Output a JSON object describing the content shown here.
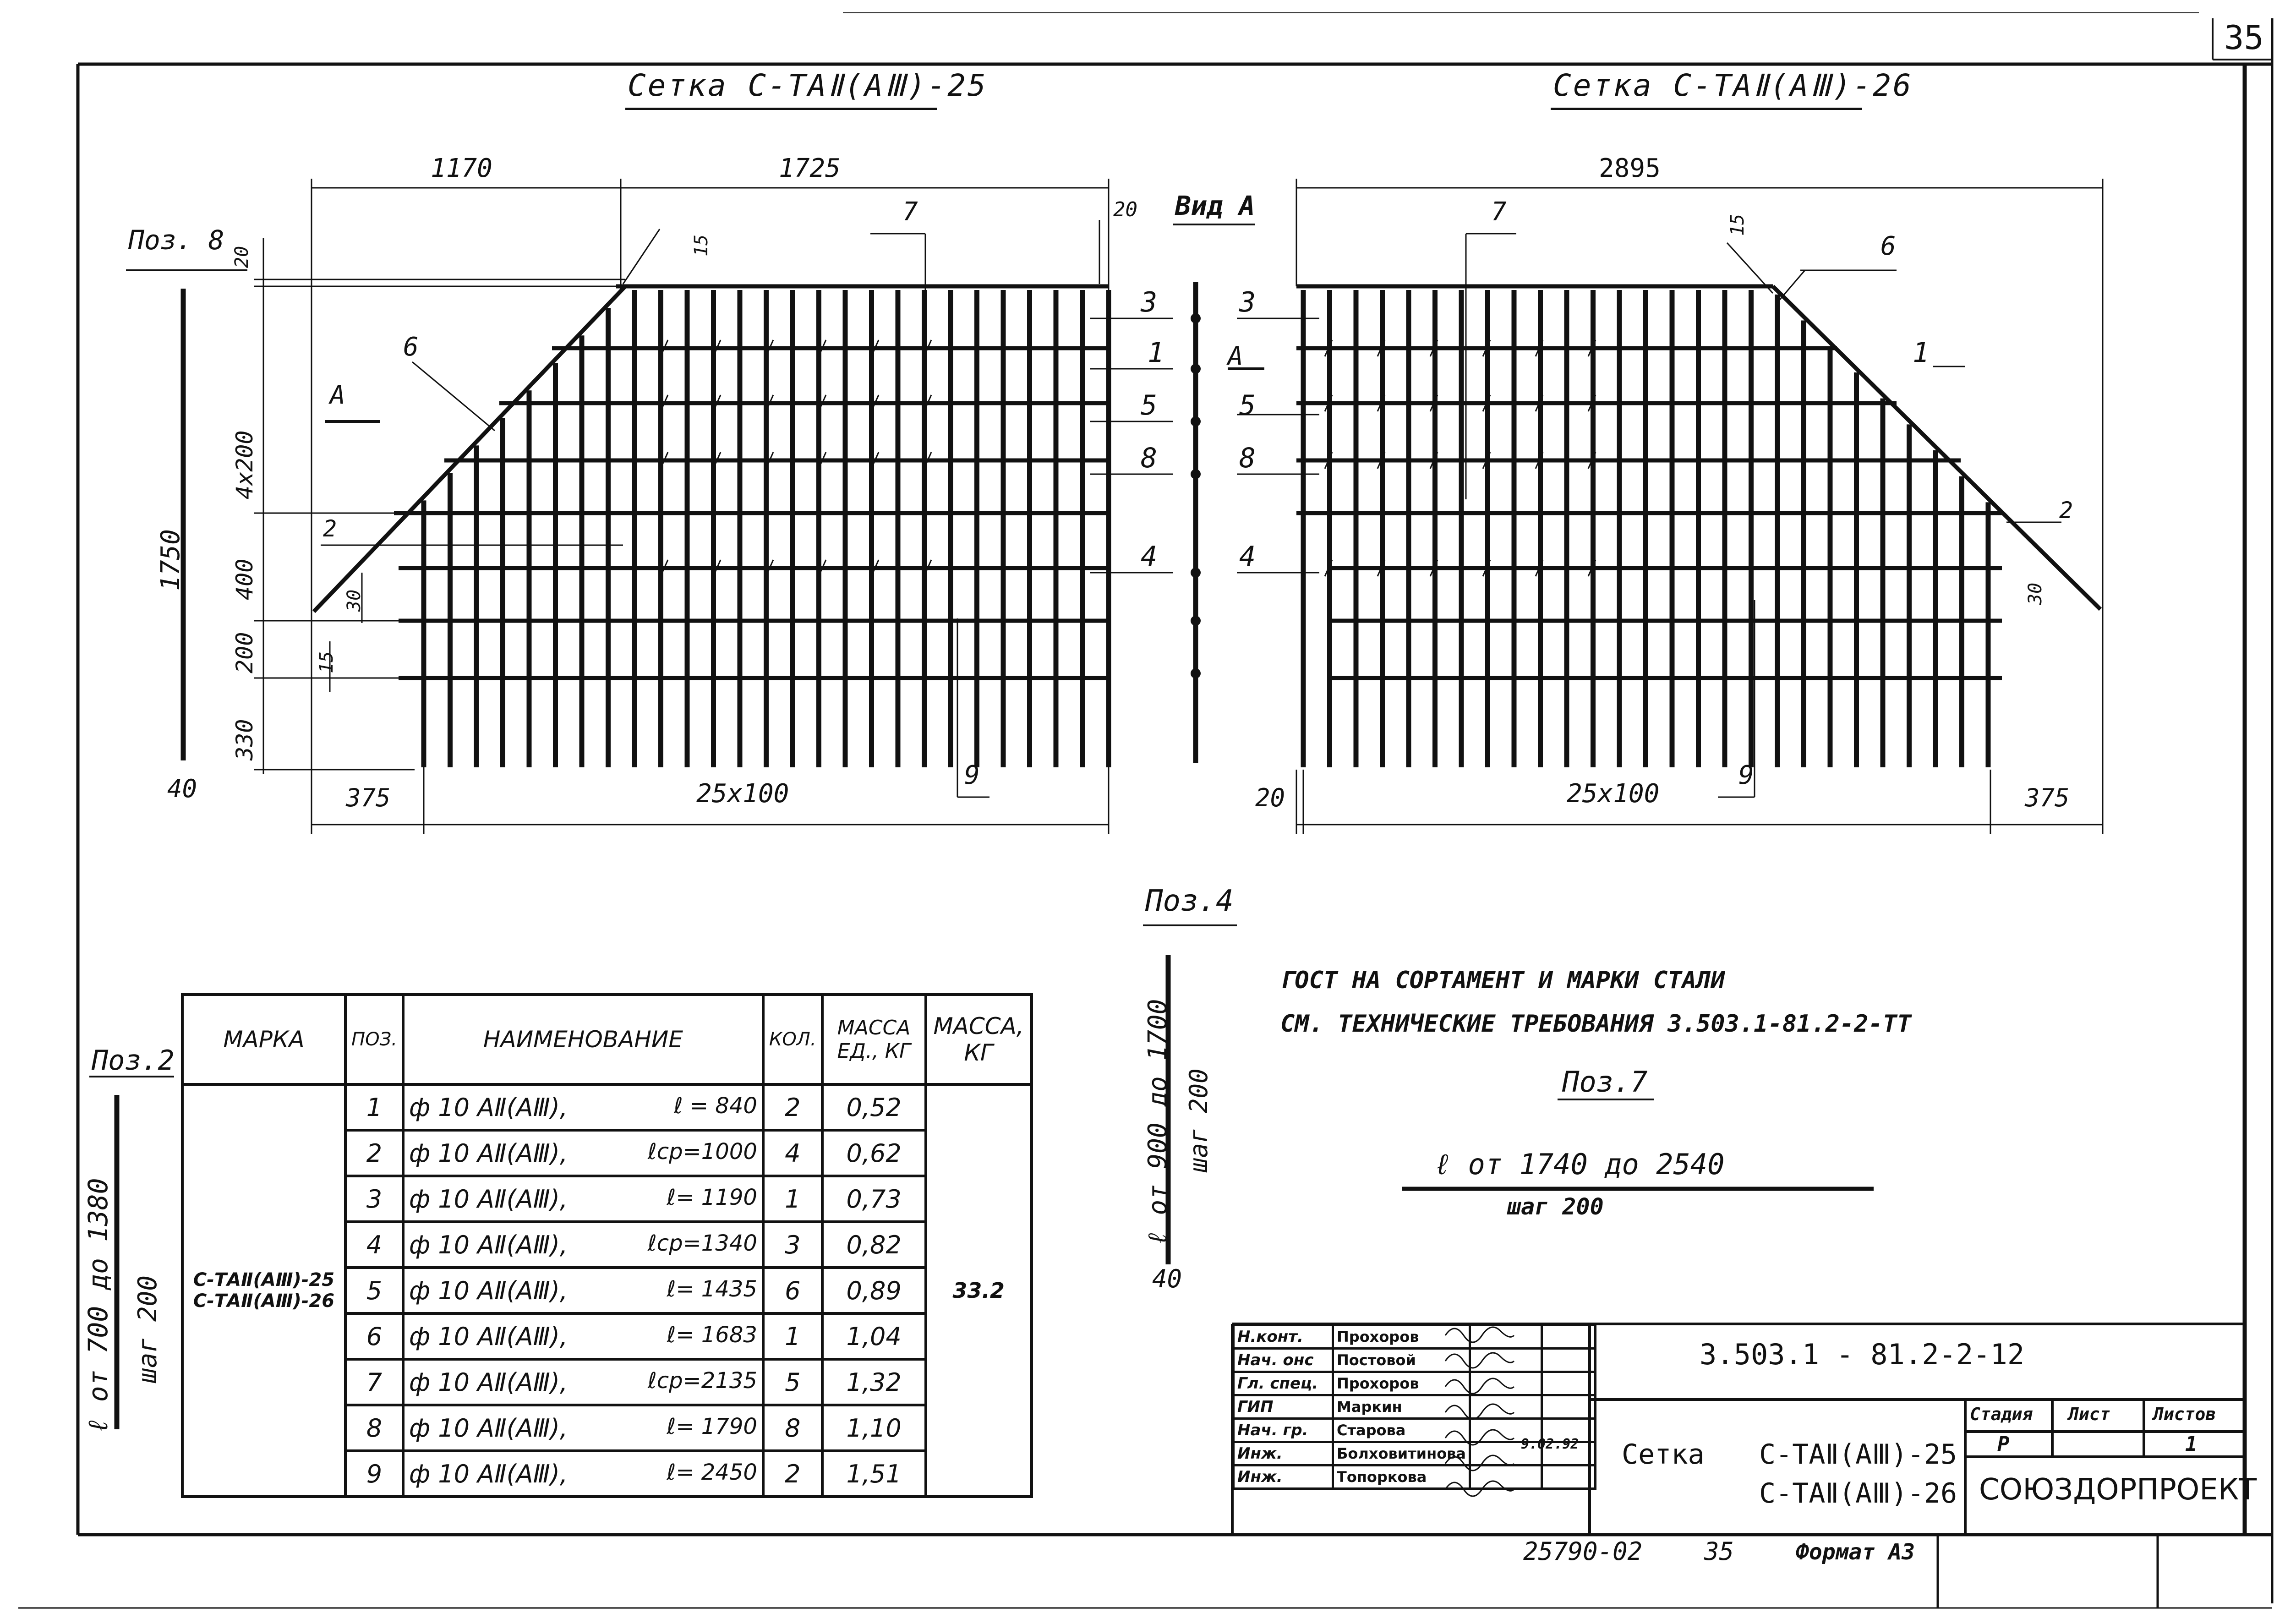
{
  "sheet_number": "35",
  "left_mesh": {
    "title": "Сетка С-ТАⅡ(АⅢ)-25",
    "dims_top": [
      "1170",
      "1725",
      "20"
    ],
    "dims_left": [
      "4x200",
      "400",
      "200",
      "330",
      "1750",
      "40"
    ],
    "dims_bottom": [
      "375",
      "25x100"
    ],
    "small_dims": [
      "15",
      "30",
      "15",
      "20"
    ],
    "pos8_label": "Поз. 8",
    "section_mark": "А",
    "callouts": [
      "7",
      "6",
      "2",
      "9"
    ],
    "bar_labels": [
      "3",
      "1",
      "5",
      "8",
      "4"
    ]
  },
  "right_mesh": {
    "title": "Сетка С-ТАⅡ(АⅢ)-26",
    "view_label": "Вид А",
    "dims_top": [
      "2895"
    ],
    "dims_bottom": [
      "20",
      "25x100",
      "375"
    ],
    "small_dims": [
      "15",
      "30"
    ],
    "section_mark": "А",
    "callouts": [
      "7",
      "6",
      "1",
      "2",
      "9"
    ],
    "bar_labels": [
      "3",
      "5",
      "8",
      "4"
    ]
  },
  "pos2": {
    "label": "Поз.2",
    "length": "ℓ от 700 до 1380",
    "step": "шаг 200"
  },
  "pos4": {
    "label": "Поз.4",
    "length": "ℓ от 900 до 1700",
    "step": "шаг 200",
    "end": "40"
  },
  "pos7": {
    "label": "Поз.7",
    "length": "ℓ от 1740 до 2540",
    "step": "шаг 200"
  },
  "notes": {
    "line1": "ГОСТ   НА  СОРТАМЕНТ  И  МАРКИ   СТАЛИ",
    "line2": "СМ.  ТЕХНИЧЕСКИЕ   ТРЕБОВАНИЯ     3.503.1-81.2-2-ТТ"
  },
  "spec_table": {
    "headers": [
      "Марка",
      "Поз.",
      "Наименование",
      "Кол.",
      "Масса ед., кг",
      "Масса, кг"
    ],
    "marks": [
      "С-ТАⅡ(АⅢ)-25",
      "С-ТАⅡ(АⅢ)-26"
    ],
    "total_mass": "33.2",
    "rows": [
      {
        "pos": "1",
        "name": "ф 10 АⅡ(АⅢ),",
        "len": "ℓ = 840",
        "qty": "2",
        "mass": "0,52"
      },
      {
        "pos": "2",
        "name": "ф 10 АⅡ(АⅢ),",
        "len": "ℓср=1000",
        "qty": "4",
        "mass": "0,62"
      },
      {
        "pos": "3",
        "name": "ф 10 АⅡ(АⅢ),",
        "len": "ℓ= 1190",
        "qty": "1",
        "mass": "0,73"
      },
      {
        "pos": "4",
        "name": "ф 10 АⅡ(АⅢ),",
        "len": "ℓср=1340",
        "qty": "3",
        "mass": "0,82"
      },
      {
        "pos": "5",
        "name": "ф 10 АⅡ(АⅢ),",
        "len": "ℓ= 1435",
        "qty": "6",
        "mass": "0,89"
      },
      {
        "pos": "6",
        "name": "ф 10 АⅡ(АⅢ),",
        "len": "ℓ= 1683",
        "qty": "1",
        "mass": "1,04"
      },
      {
        "pos": "7",
        "name": "ф 10 АⅡ(АⅢ),",
        "len": "ℓср=2135",
        "qty": "5",
        "mass": "1,32"
      },
      {
        "pos": "8",
        "name": "ф 10 АⅡ(АⅢ),",
        "len": "ℓ= 1790",
        "qty": "8",
        "mass": "1,10"
      },
      {
        "pos": "9",
        "name": "ф 10 АⅡ(АⅢ),",
        "len": "ℓ= 2450",
        "qty": "2",
        "mass": "1,51"
      }
    ]
  },
  "title_block": {
    "doc_code": "3.503.1 - 81.2-2-12",
    "roles": [
      {
        "role": "Н.конт.",
        "name": "Прохоров"
      },
      {
        "role": "Нач. онс",
        "name": "Постовой"
      },
      {
        "role": "Гл. спец.",
        "name": "Прохоров"
      },
      {
        "role": "ГИП",
        "name": "Маркин"
      },
      {
        "role": "Нач. гр.",
        "name": "Старова"
      },
      {
        "role": "Инж.",
        "name": "Болховитинова"
      },
      {
        "role": "Инж.",
        "name": "Топоркова"
      }
    ],
    "date": "9.02.92",
    "drawing_word": "Сетка",
    "drawing_name_1": "С-ТАⅡ(АⅢ)-25",
    "drawing_name_2": "С-ТАⅡ(АⅢ)-26",
    "stage_header": "Стадия",
    "sheet_header": "Лист",
    "sheets_header": "Листов",
    "stage": "Р",
    "sheet": "",
    "sheets": "1",
    "organization": "СОЮЗДОРПРОЕКТ"
  },
  "footer": {
    "inventory": "25790-02",
    "page": "35",
    "format": "Формат А3"
  }
}
